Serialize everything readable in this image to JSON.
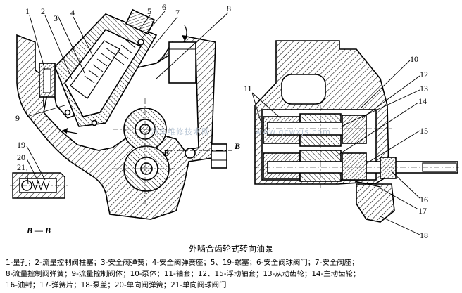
{
  "labels": {
    "n1": "1",
    "n2": "2",
    "n3": "3",
    "n4": "4",
    "n5": "5",
    "n6": "6",
    "n7": "7",
    "n8": "8",
    "n9": "9",
    "n10": "10",
    "n11": "11",
    "n12": "12",
    "n13": "13",
    "n14": "14",
    "n15": "15",
    "n16": "16",
    "n17": "17",
    "n18": "18",
    "n19": "19",
    "n20": "20",
    "n21": "21"
  },
  "section": {
    "b_left": "B",
    "b_right": "B",
    "bb": "B — B"
  },
  "watermark": {
    "left": "汽车维修技术网",
    "right": "www.qcwxjs.com"
  },
  "caption": "外啮合齿轮式转向油泵",
  "legend": [
    "1-量孔；2-流量控制阀柱塞；3-安全阀弹簧；4-安全阀弹簧座；5、19-螺塞；6-安全阀球阀门；7-安全阀座；",
    "8-流量控制阀弹簧；9-流量控制阀体；10-泵体；11-轴套；12、15-浮动轴套；13-从动齿轮；14-主动齿轮；",
    "16-油封；17-弹簧片；18-泵盖；20-单向阀弹簧；21-单向阀球阀门"
  ]
}
